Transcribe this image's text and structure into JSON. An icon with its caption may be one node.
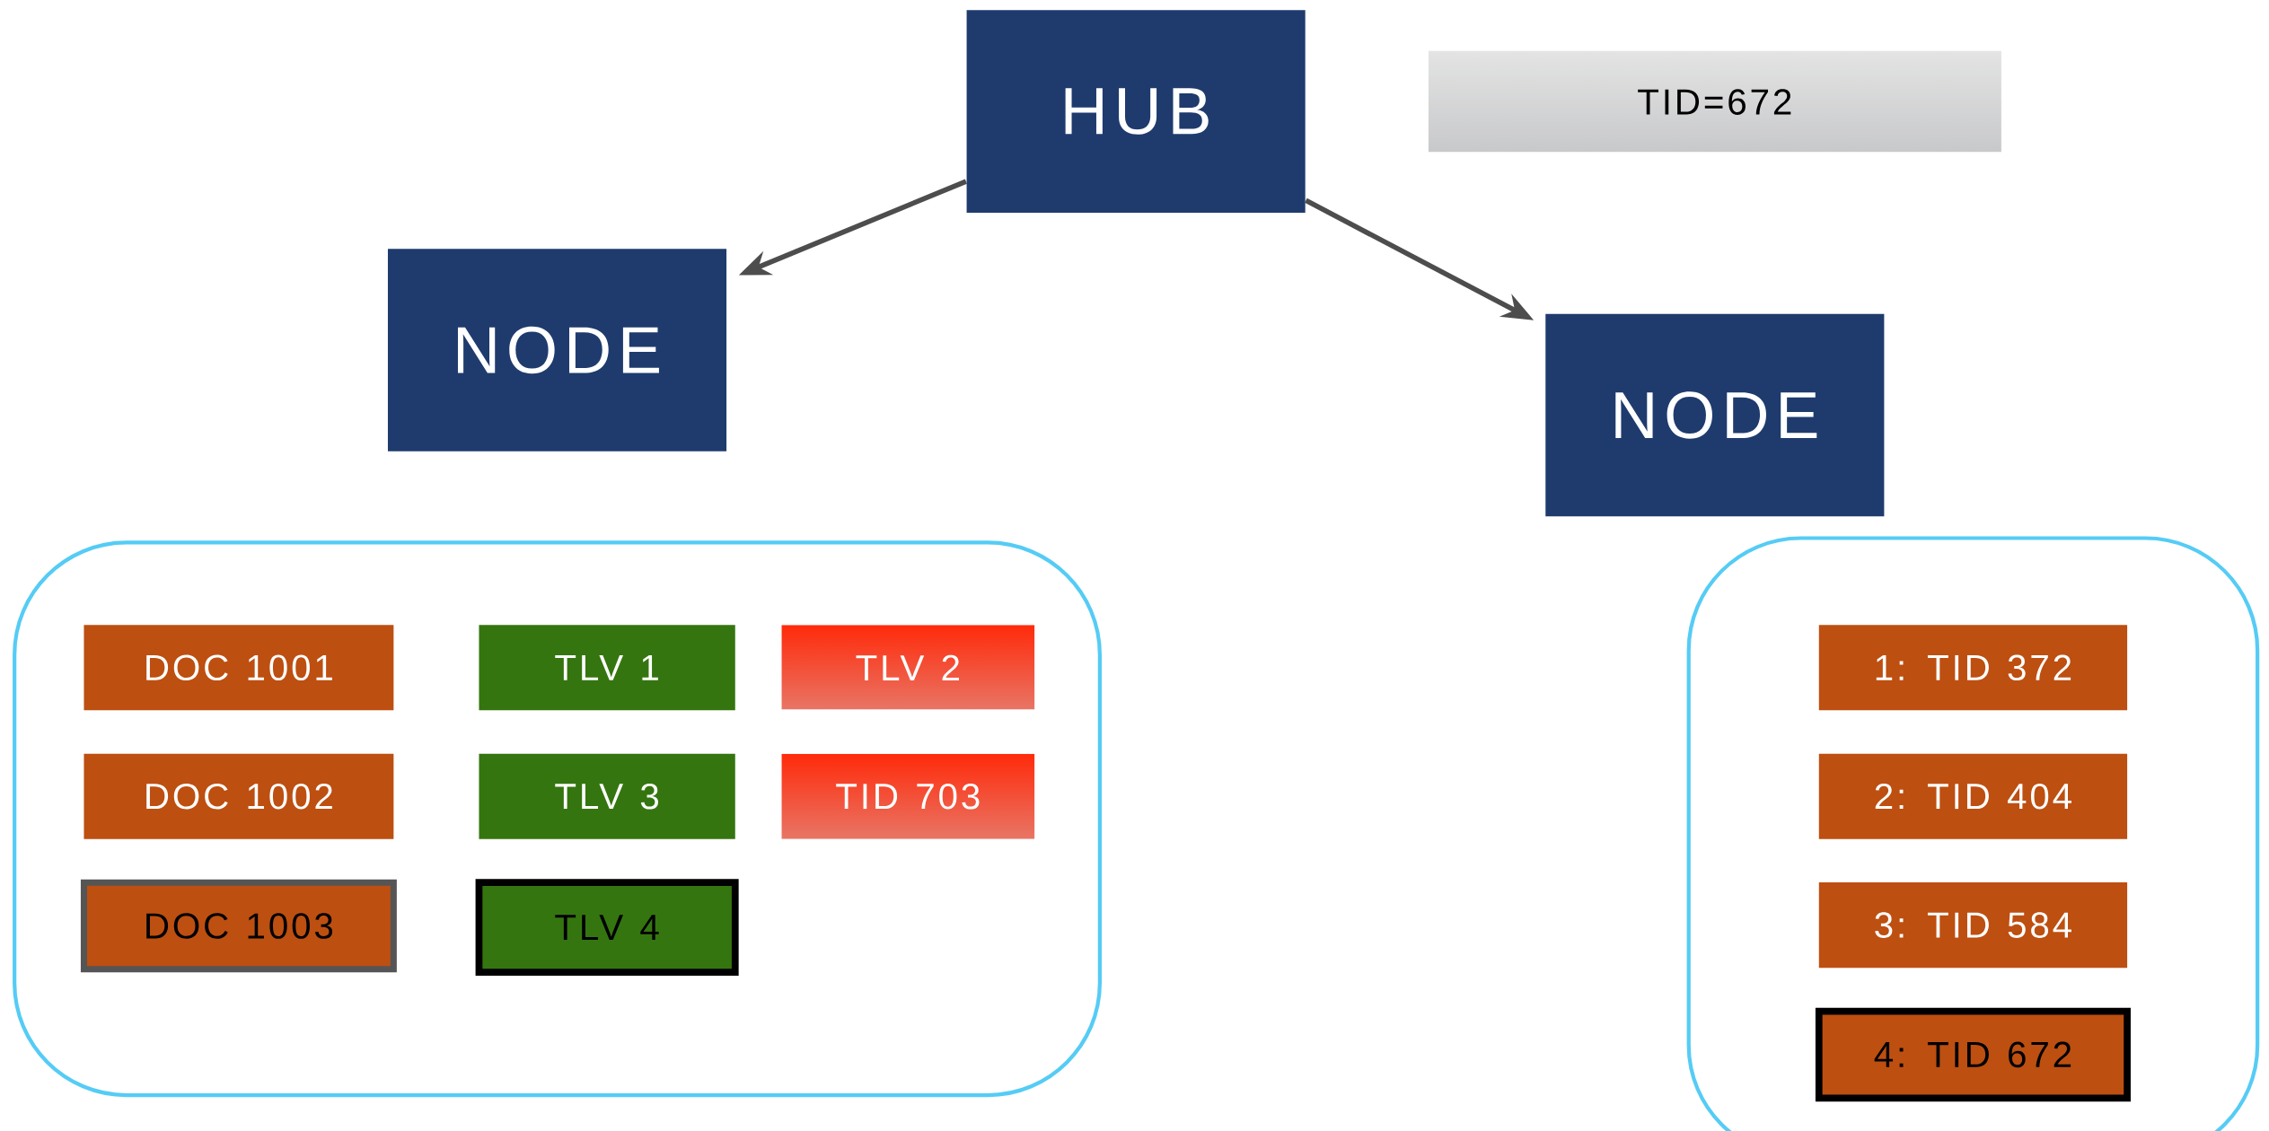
{
  "diagram": {
    "nodes": [
      {
        "text": [
          "HUB"
        ]
      },
      {
        "text": [
          "TID=672"
        ]
      },
      {
        "text": [
          "NODE"
        ]
      },
      {
        "text": [
          "NODE"
        ]
      },
      {
        "text": [],
        "shape": "box"
      },
      {
        "text": [
          "DOC 1001"
        ],
        "in": 4
      },
      {
        "text": [
          "TLV 1"
        ],
        "in": 4
      },
      {
        "text": [
          "TLV 2"
        ],
        "in": 4
      },
      {
        "text": [
          "DOC 1002"
        ],
        "in": 4
      },
      {
        "text": [
          "TLV 3"
        ],
        "in": 4
      },
      {
        "text": [
          "TID 703"
        ],
        "in": 4
      },
      {
        "text": [
          "DOC 1003"
        ],
        "in": 4
      },
      {
        "text": [
          "TLV 4"
        ],
        "in": 4
      },
      {
        "text": [],
        "shape": "box"
      },
      {
        "text": [
          "1: TID 372"
        ],
        "in": 13
      },
      {
        "text": [
          "2: TID 404"
        ],
        "in": 13
      },
      {
        "text": [
          "3: TID 584"
        ],
        "in": 13
      },
      {
        "text": [
          "4: TID 672"
        ],
        "in": 13
      }
    ],
    "edges": [
      {
        "from": 0,
        "to": 2,
        "arrow": "to"
      },
      {
        "from": 0,
        "to": 3,
        "arrow": "to"
      }
    ]
  }
}
